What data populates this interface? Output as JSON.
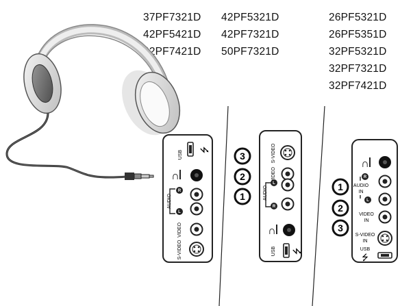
{
  "model_columns": [
    [
      "37PF7321D",
      "42PF5421D",
      "42PF7421D"
    ],
    [
      "42PF5321D",
      "42PF7321D",
      "50PF7321D"
    ],
    [
      "26PF5321D",
      "26PF5351D",
      "32PF5321D",
      "32PF7321D",
      "32PF7421D"
    ]
  ],
  "panel_left": {
    "usb": "USB",
    "audio": "AUDIO",
    "video": "VIDEO",
    "svideo": "S-VIDEO",
    "l": "L",
    "r": "R"
  },
  "panel_middle": {
    "svideo": "S-VIDEO",
    "video": "VIDEO",
    "audio": "AUDIO",
    "usb": "USB",
    "l": "L",
    "r": "R",
    "badges": [
      "3",
      "2",
      "1"
    ]
  },
  "panel_right": {
    "audio_in_1": "AUDIO",
    "audio_in_2": "IN",
    "video_in_1": "VIDEO",
    "video_in_2": "IN",
    "svideo_in_1": "S-VIDEO",
    "svideo_in_2": "IN",
    "usb": "USB",
    "l": "L",
    "r": "R",
    "badges": [
      "1",
      "2",
      "3"
    ]
  }
}
